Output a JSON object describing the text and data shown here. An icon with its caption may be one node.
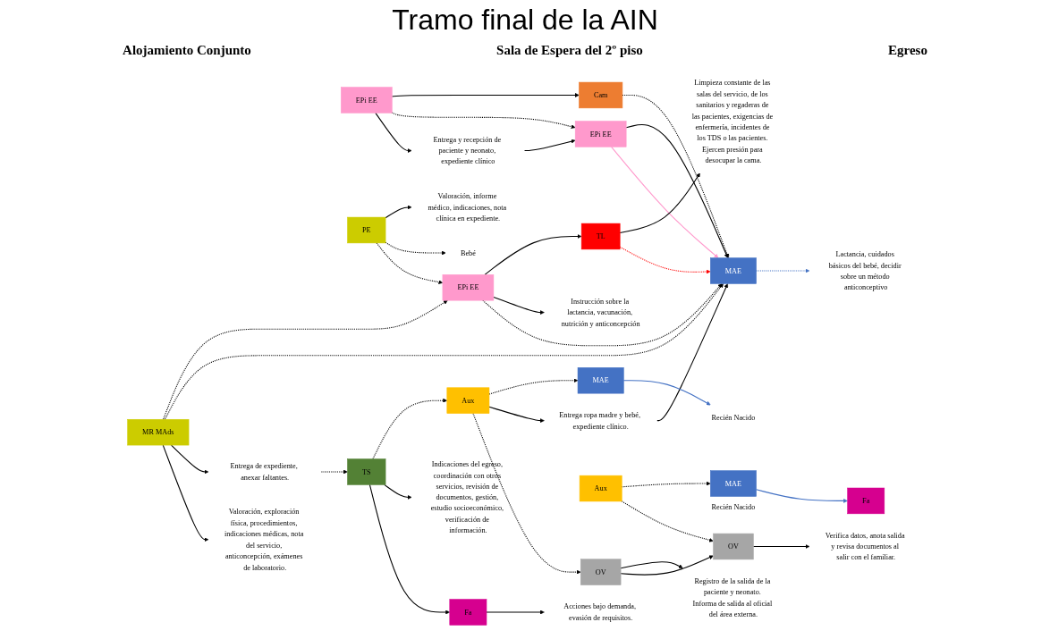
{
  "diagram": {
    "title": "Tramo final de la AIN",
    "nodes": [
      {
        "text": [
          "EPi EE"
        ]
      },
      {
        "text": [
          "Entrega y recepción de paciente y neonato, expediente clínico"
        ]
      },
      {
        "text": [
          "EPi EE"
        ]
      },
      {
        "text": [
          "Cam"
        ]
      },
      {
        "text": [
          "MAE"
        ]
      },
      {
        "text": [
          "MR MAds"
        ]
      },
      {
        "text": [
          "Valoración, exploración física, procedimientos, indicaciones médicas, nota del servicio, anticoncepción, exámenes de laboratorio."
        ]
      },
      {
        "text": [
          "Entrega de expediente, anexar faltantes."
        ]
      },
      {
        "text": [
          "EPi EE"
        ]
      },
      {
        "text": [
          "PE"
        ]
      },
      {
        "text": [
          "Bebé"
        ]
      },
      {
        "text": [
          "Lactancia, cuidados básicos del bebé, decidir sobre un método anticonceptivo"
        ]
      },
      {
        "text": [
          "Instrucción sobre la lactancia, vacunación, nutrición y anticoncepción"
        ]
      },
      {
        "text": [
          "TL"
        ]
      },
      {
        "text": [
          "Valoración, informe médico, indicaciones, nota clínica en expediente."
        ]
      },
      {
        "text": [
          "Limpieza constante de las salas del servicio, de los sanitarios y regaderas de las pacientes, exigencias de enfermería, incidentes de los TDS o las pacientes. Ejercen presión para desocupar la cama."
        ]
      },
      {
        "text": [
          "TS"
        ]
      },
      {
        "text": [
          "Fa"
        ]
      },
      {
        "text": [
          "Acciones bajo demanda, evasión de requisitos."
        ]
      },
      {
        "text": [
          "Indicaciones del egreso, coordinación con otros servicios, revisión de documentos, gestión, estudio socioeconómico, verificación de información."
        ]
      },
      {
        "text": [
          "Aux"
        ]
      },
      {
        "text": [
          "OV"
        ]
      },
      {
        "text": [
          "Entrega ropa madre y bebé, expediente clínico."
        ]
      },
      {
        "text": [
          "MAE"
        ]
      },
      {
        "text": [
          "Recién Nacido"
        ]
      },
      {
        "text": [
          "Registro de la salida de la paciente y neonato. Informa de salida al oficial del área externa."
        ]
      },
      {
        "text": [
          "Verifica datos, anota salida y revisa documentos al salir con el familiar."
        ]
      },
      {
        "text": [
          "Aux"
        ]
      },
      {
        "text": [
          "OV"
        ]
      },
      {
        "text": [
          "MAE"
        ],
        "beside": [
          "Recién Nacido"
        ]
      },
      {
        "text": [
          "Fa"
        ]
      }
    ],
    "edges": [
      {
        "from": 0,
        "to": 1,
        "arrow": "to"
      },
      {
        "from": 1,
        "to": 2,
        "arrow": "to"
      },
      {
        "from": 0,
        "to": 2,
        "arrow": "to",
        "style": "dashed"
      },
      {
        "from": 0,
        "to": 3,
        "arrow": "to"
      },
      {
        "from": 2,
        "to": 4,
        "arrow": "to",
        "color": "#ff99cc"
      },
      {
        "from": 2,
        "to": 4,
        "arrow": "to"
      },
      {
        "from": 3,
        "to": 4,
        "arrow": "to",
        "style": "dashed"
      },
      {
        "from": 5,
        "to": 6,
        "arrow": "to"
      },
      {
        "from": 5,
        "to": 7,
        "arrow": "to"
      },
      {
        "from": 5,
        "to": 4,
        "arrow": "to",
        "style": "dashed"
      },
      {
        "from": 5,
        "to": 8,
        "arrow": "to",
        "style": "dashed"
      },
      {
        "from": 8,
        "to": 4,
        "arrow": "to",
        "style": "dashed"
      },
      {
        "from": 8,
        "to": 12,
        "arrow": "to"
      },
      {
        "from": 8,
        "to": 13,
        "arrow": "to"
      },
      {
        "from": 9,
        "to": 8,
        "arrow": "to",
        "style": "dashed"
      },
      {
        "from": 9,
        "to": 10,
        "arrow": "to",
        "style": "dashed"
      },
      {
        "from": 9,
        "to": 14,
        "arrow": "to"
      },
      {
        "from": 4,
        "to": 11,
        "arrow": "to",
        "style": "dashed",
        "color": "#4472c4"
      },
      {
        "from": 13,
        "to": 4,
        "arrow": "to",
        "style": "dashed",
        "color": "#ff0000"
      },
      {
        "from": 22,
        "to": 4,
        "arrow": "to"
      },
      {
        "from": 13,
        "to": 15,
        "arrow": "to"
      },
      {
        "from": 7,
        "to": 16,
        "arrow": "to",
        "style": "dashed"
      },
      {
        "from": 16,
        "to": 17,
        "arrow": "to"
      },
      {
        "from": 17,
        "to": 18,
        "arrow": "to"
      },
      {
        "from": 16,
        "to": 19,
        "arrow": "to"
      },
      {
        "from": 16,
        "to": 20,
        "arrow": "to",
        "style": "dashed"
      },
      {
        "from": 20,
        "to": 21,
        "arrow": "to",
        "style": "dashed"
      },
      {
        "from": 20,
        "to": 22,
        "arrow": "to"
      },
      {
        "from": 20,
        "to": 23,
        "arrow": "to",
        "style": "dashed"
      },
      {
        "from": 23,
        "to": 24,
        "arrow": "to",
        "color": "#4472c4"
      },
      {
        "from": 21,
        "to": 28,
        "arrow": "to"
      },
      {
        "from": 21,
        "to": 25,
        "arrow": "to"
      },
      {
        "from": 28,
        "to": 26,
        "arrow": "to"
      },
      {
        "from": 27,
        "to": 28,
        "arrow": "to",
        "style": "dashed"
      },
      {
        "from": 27,
        "to": 29,
        "arrow": "to",
        "style": "dashed"
      },
      {
        "from": 29,
        "to": 30,
        "arrow": "to",
        "color": "#4472c4"
      }
    ],
    "labels": [
      "Alojamiento Conjunto",
      "Sala de Espera del 2º piso",
      "Egreso"
    ]
  }
}
